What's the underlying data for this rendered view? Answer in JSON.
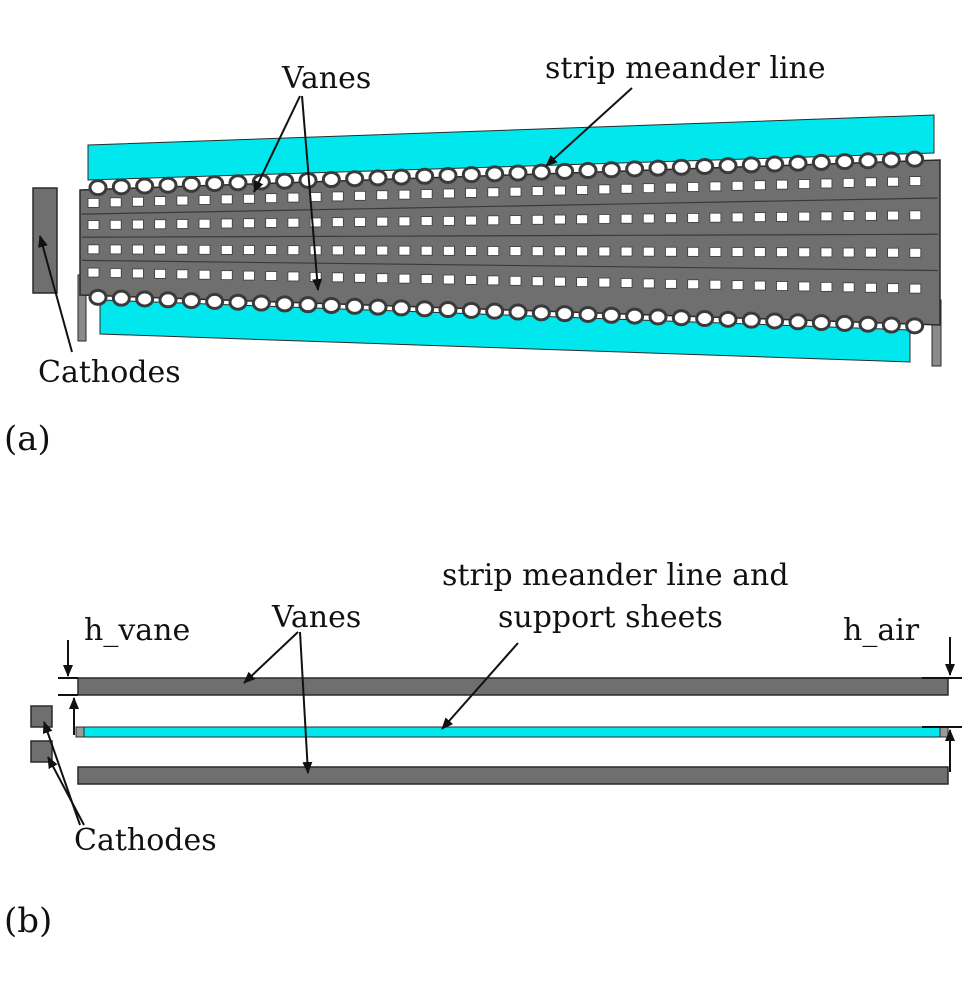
{
  "figure": {
    "colors": {
      "vane_gray": "#6f6f6f",
      "support_cyan": "#00e8ee",
      "outline": "#2a2a2a"
    },
    "panel_a": {
      "label": "(a)",
      "vanes_label": "Vanes",
      "meander_label": "strip meander line",
      "cathodes_label": "Cathodes"
    },
    "panel_b": {
      "label": "(b)",
      "vanes_label": "Vanes",
      "meander_label_line1": "strip meander line and",
      "meander_label_line2": "support sheets",
      "h_vane_label": "h_vane",
      "h_air_label": "h_air",
      "cathodes_label": "Cathodes"
    }
  }
}
